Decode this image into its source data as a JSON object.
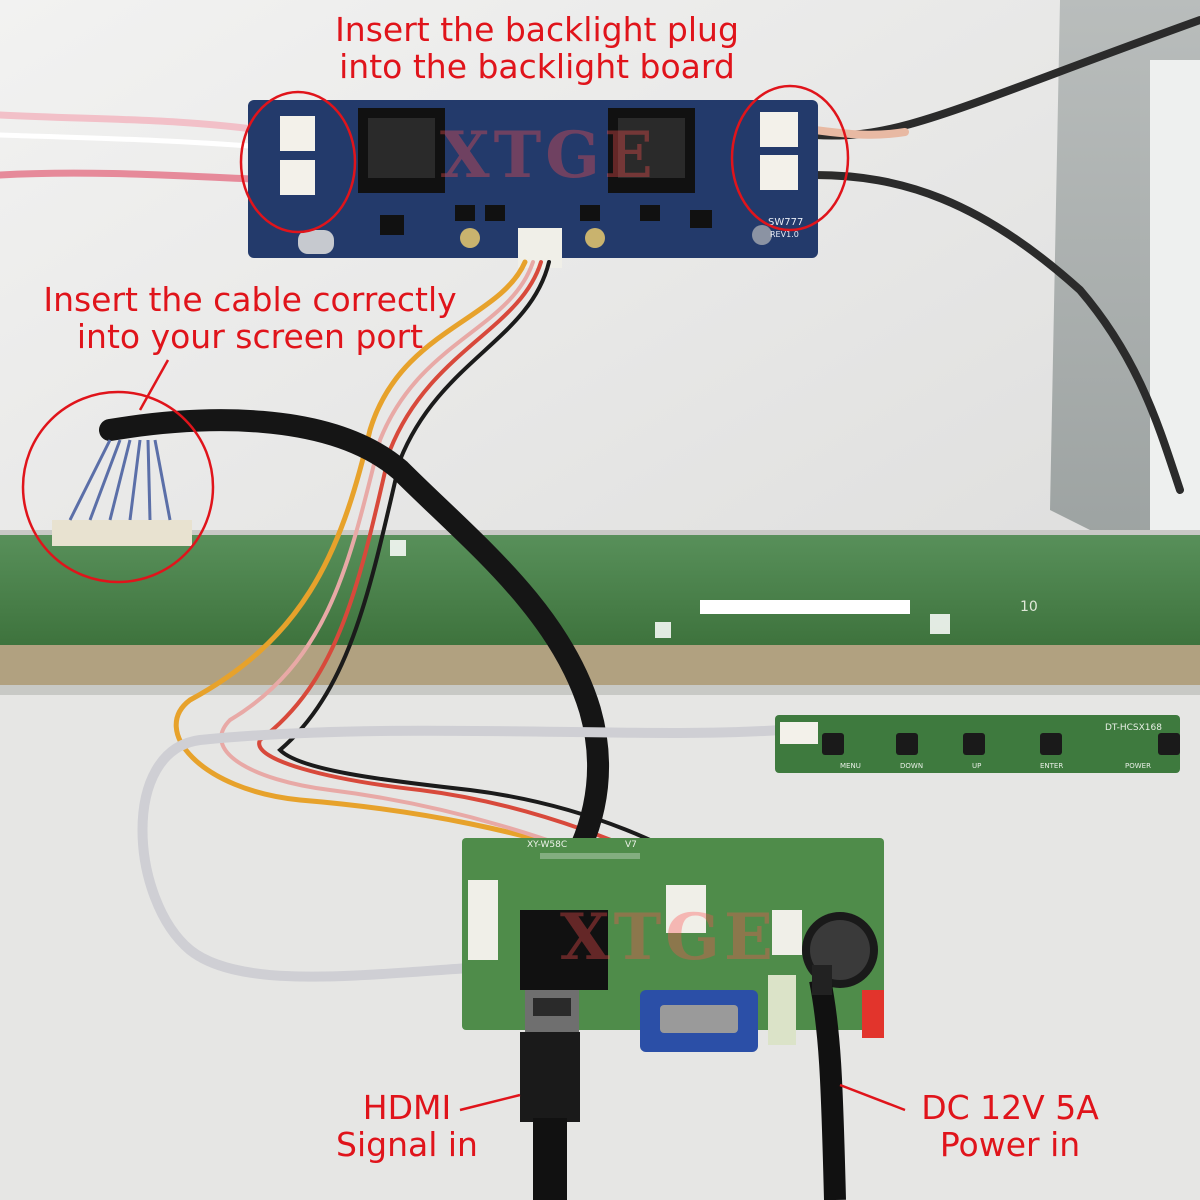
{
  "annotations": {
    "backlight": [
      "Insert the backlight plug",
      "into the backlight board"
    ],
    "cable": [
      "Insert the cable correctly",
      "into your screen port"
    ],
    "hdmi": [
      "HDMI",
      "Signal in"
    ],
    "dc": [
      "DC 12V 5A",
      "Power in"
    ]
  },
  "board_labels": {
    "inverter": "SW777",
    "inverter_rev": "REV1.0",
    "keypad": "DT-HCSX168",
    "keys": [
      "MENU",
      "DOWN",
      "UP",
      "ENTER",
      "POWER"
    ],
    "controller": "XY-W58C",
    "controller_suffix": "V7",
    "panel_mark": "10"
  },
  "watermarks": [
    "XTGE",
    "XTGE"
  ],
  "colors": {
    "annotation": "#e0141b",
    "pcb_blue": "#233a6b",
    "pcb_green": "#3d7d3a"
  }
}
